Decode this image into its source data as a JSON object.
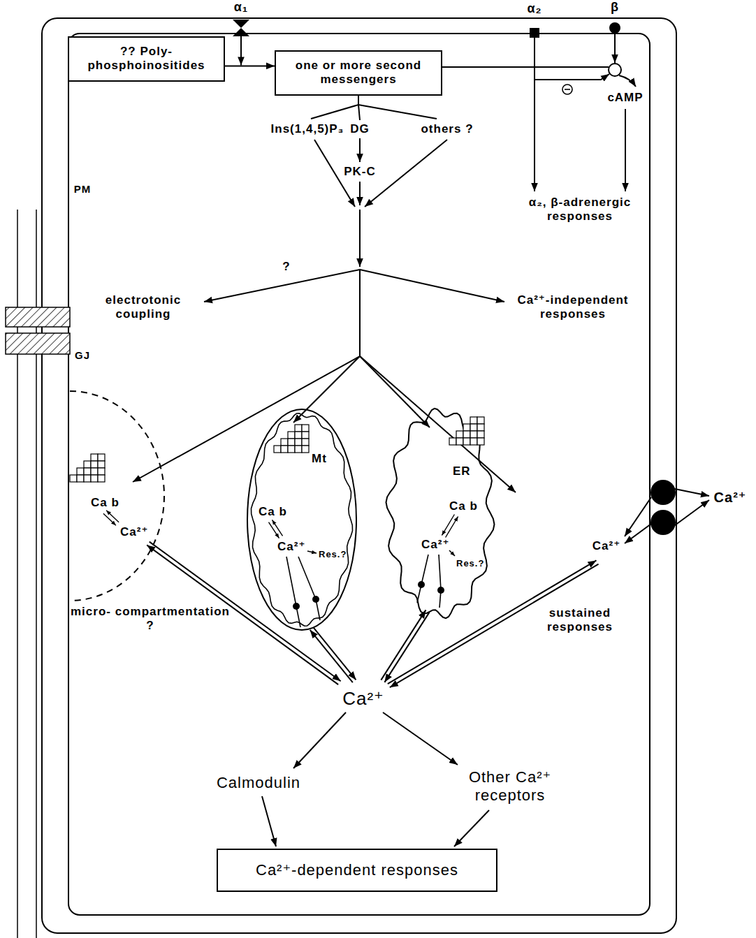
{
  "diagram": {
    "nodes": [
      {
        "text": [
          "?? Poly- phosphoinositides"
        ]
      },
      {
        "text": [
          "one or more second messengers"
        ]
      },
      {
        "text": [
          "Ca b",
          "Ca²⁺"
        ]
      },
      {
        "text": [
          "Mt",
          "Ca b",
          "Ca²⁺",
          "Res.?"
        ]
      },
      {
        "text": [
          "ER",
          "Ca b",
          "Ca²⁺",
          "Res.?"
        ]
      },
      {
        "text": [
          "Ca²⁺-dependent responses"
        ]
      }
    ],
    "edges": [
      {
        "from": 0,
        "to": 1,
        "arrow": "to"
      }
    ],
    "labels": [
      "α₁",
      "α₂",
      "β",
      "cAMP",
      "Ins(1,4,5)P₃",
      "DG",
      "others ?",
      "PK-C",
      "α₂, β-adrenergic responses",
      "PM",
      "?",
      "electrotonic coupling",
      "Ca²⁺-independent responses",
      "GJ",
      "micro- compartmentation ?",
      "sustained responses",
      "Ca²⁺",
      "Ca²⁺",
      "Ca²⁺",
      "Calmodulin",
      "Other Ca²⁺ receptors"
    ]
  }
}
